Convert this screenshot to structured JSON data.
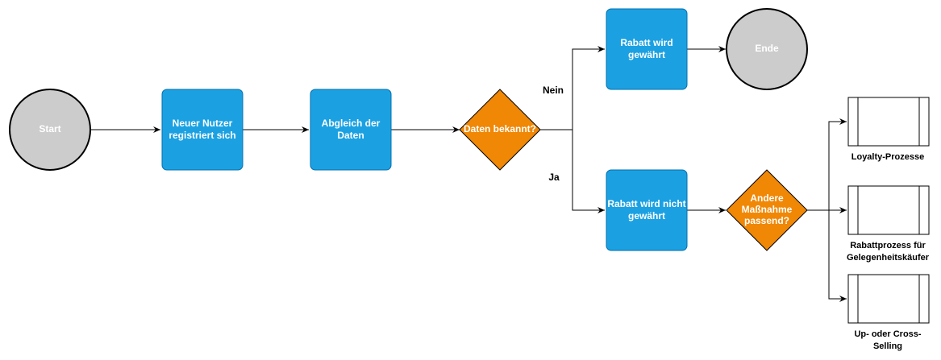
{
  "colors": {
    "terminal_fill": "#cccccc",
    "process_fill": "#1ba1e2",
    "decision_fill": "#f08705",
    "subprocess_fill": "#ffffff",
    "stroke": "#000000",
    "node_text": "#ffffff"
  },
  "nodes": {
    "start": {
      "label": "Start"
    },
    "new_user": {
      "line1": "Neuer Nutzer",
      "line2": "registriert sich"
    },
    "compare": {
      "line1": "Abgleich der",
      "line2": "Daten"
    },
    "known": {
      "label": "Daten bekannt?"
    },
    "discount_yes": {
      "line1": "Rabatt wird",
      "line2": "gewährt"
    },
    "end": {
      "label": "Ende"
    },
    "discount_no": {
      "line1": "Rabatt wird nicht",
      "line2": "gewährt"
    },
    "other": {
      "line1": "Andere",
      "line2": "Maßnahme",
      "line3": "passend?"
    },
    "loyalty": {
      "line1": "Loyalty-Prozesse"
    },
    "occasional": {
      "line1": "Rabattprozess für",
      "line2": "Gelegenheitskäufer"
    },
    "upsell": {
      "line1": "Up- oder Cross-",
      "line2": "Selling"
    }
  },
  "edges": {
    "nein": "Nein",
    "ja": "Ja"
  }
}
